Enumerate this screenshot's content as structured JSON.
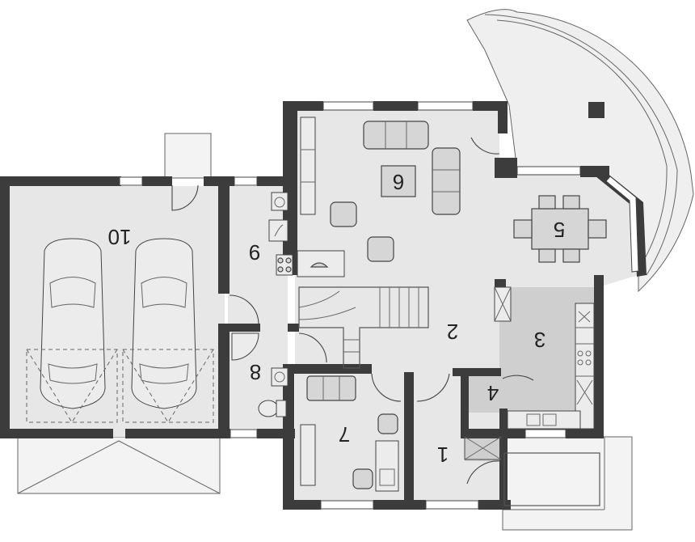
{
  "colors": {
    "floor": "#e7e7e7",
    "floor_dark": "#cfcfcf",
    "wall": "#3c3c3c"
  },
  "rooms": [
    {
      "id": "1",
      "label": "1"
    },
    {
      "id": "2",
      "label": "2"
    },
    {
      "id": "3",
      "label": "3"
    },
    {
      "id": "4",
      "label": "4"
    },
    {
      "id": "5",
      "label": "5"
    },
    {
      "id": "6",
      "label": "6"
    },
    {
      "id": "7",
      "label": "7"
    },
    {
      "id": "8",
      "label": "8"
    },
    {
      "id": "9",
      "label": "9"
    },
    {
      "id": "10",
      "label": "10"
    }
  ]
}
